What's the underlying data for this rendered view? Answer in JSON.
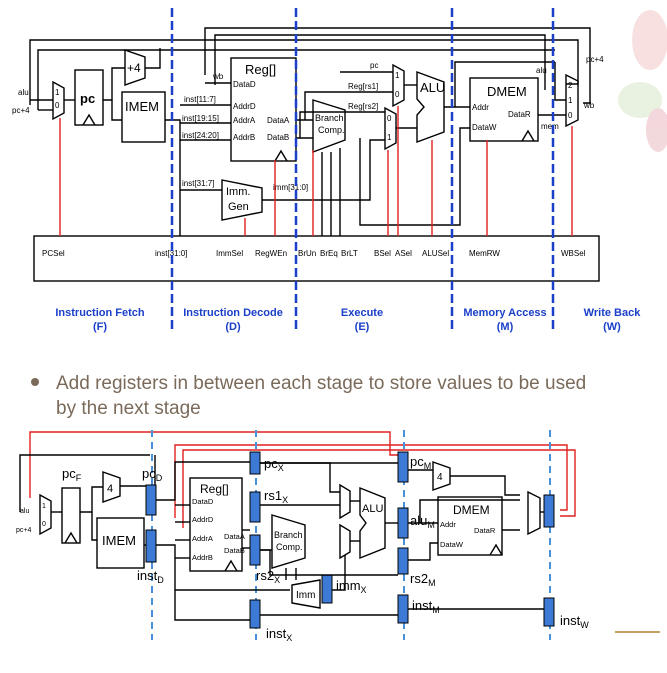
{
  "top_diagram": {
    "blocks": {
      "pc": "pc",
      "imem": "IMEM",
      "plus4": "+4",
      "reg": "Reg[]",
      "imm_gen_line1": "Imm.",
      "imm_gen_line2": "Gen",
      "branch_comp_line1": "Branch",
      "branch_comp_line2": "Comp.",
      "alu": "ALU",
      "dmem": "DMEM"
    },
    "reg_ports": [
      "DataD",
      "AddrD",
      "AddrA",
      "AddrB",
      "DataA",
      "DataB"
    ],
    "dmem_ports": [
      "Addr",
      "DataW",
      "DataR"
    ],
    "wire_labels": {
      "alu_left": "alu",
      "pc4_left": "pc+4",
      "wb_top": "wb",
      "inst_11_7": "inst[11:7]",
      "inst_19_15": "inst[19:15]",
      "inst_24_20": "inst[24:20]",
      "inst_31_7": "inst[31:7]",
      "imm_31_0": "imm[31:0]",
      "pc_exec": "pc",
      "reg_rs1": "Reg[rs1]",
      "reg_rs2": "Reg[rs2]",
      "alu_right": "alu",
      "pc4_right": "pc+4",
      "mem": "mem",
      "wb_right": "wb"
    },
    "mux_inputs": {
      "pc_mux": [
        "1",
        "0"
      ],
      "a_mux": [
        "1",
        "0"
      ],
      "b_mux": [
        "0",
        "1"
      ],
      "wb_mux": [
        "2",
        "1",
        "0"
      ]
    },
    "control_signals": [
      "PCSel",
      "inst[31:0]",
      "ImmSel",
      "RegWEn",
      "BrUn",
      "BrEq",
      "BrLT",
      "BSel",
      "ASel",
      "ALUSel",
      "MemRW",
      "WBSel"
    ],
    "stages": [
      {
        "name": "Instruction Fetch",
        "abbr": "(F)"
      },
      {
        "name": "Instruction Decode",
        "abbr": "(D)"
      },
      {
        "name": "Execute",
        "abbr": "(E)"
      },
      {
        "name": "Memory Access",
        "abbr": "(M)"
      },
      {
        "name": "Write Back",
        "abbr": "(W)"
      }
    ]
  },
  "bullet": {
    "line1": "Add registers in between each stage to store values to be used",
    "line2": "by the next stage"
  },
  "bottom_diagram": {
    "blocks": {
      "imem": "IMEM",
      "plus4": "4",
      "reg": "Reg[]",
      "branch_comp_line1": "Branch",
      "branch_comp_line2": "Comp.",
      "alu": "ALU",
      "dmem": "DMEM",
      "imm": "Imm",
      "plus4_m": "4"
    },
    "reg_ports": [
      "DataD",
      "AddrD",
      "AddrA",
      "AddrB",
      "DataA",
      "DataB"
    ],
    "dmem_ports": [
      "Addr",
      "DataW",
      "DataR"
    ],
    "pipeline_labels": [
      {
        "base": "pc",
        "sub": "F"
      },
      {
        "base": "pc",
        "sub": "D"
      },
      {
        "base": "inst",
        "sub": "D"
      },
      {
        "base": "pc",
        "sub": "X"
      },
      {
        "base": "rs1",
        "sub": "X"
      },
      {
        "base": "rs2",
        "sub": "X"
      },
      {
        "base": "imm",
        "sub": "X"
      },
      {
        "base": "inst",
        "sub": "X"
      },
      {
        "base": "pc",
        "sub": "M"
      },
      {
        "base": "alu",
        "sub": "M"
      },
      {
        "base": "rs2",
        "sub": "M"
      },
      {
        "base": "inst",
        "sub": "M"
      },
      {
        "base": "inst",
        "sub": "W"
      }
    ],
    "small_labels": {
      "alu_in": "alu",
      "pc4_in": "pc+4",
      "mux_1": "1",
      "mux_0": "0"
    }
  }
}
